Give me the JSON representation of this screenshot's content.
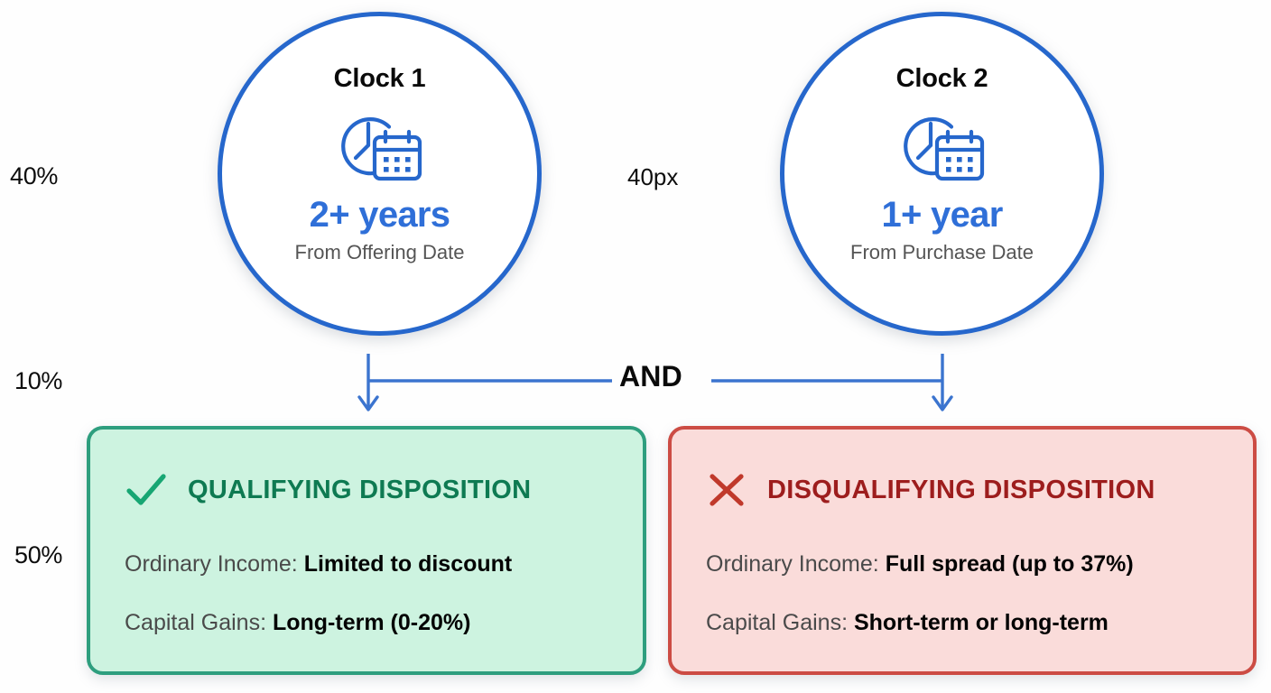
{
  "gutter": {
    "labels": [
      {
        "name": "row-40",
        "text": "40%"
      },
      {
        "name": "row-10",
        "text": "10%"
      },
      {
        "name": "row-50",
        "text": "50%"
      }
    ],
    "gap_label": "40px"
  },
  "colors": {
    "blue": "#2667cc",
    "blue_text": "#2f6fd8",
    "green_border": "#2e9e7e",
    "green_fill": "#cdf3e0",
    "green_title": "#0e7a52",
    "green_check": "#17a673",
    "red_border": "#cc4c44",
    "red_fill": "#fadcda",
    "red_title": "#9d1d1d",
    "red_cross": "#c0392b",
    "background": "#fefefe"
  },
  "clocks": [
    {
      "title": "Clock 1",
      "icon": "clock-calendar-icon",
      "duration": "2+ years",
      "subtitle": "From Offering Date"
    },
    {
      "title": "Clock 2",
      "icon": "clock-calendar-icon",
      "duration": "1+ year",
      "subtitle": "From Purchase Date"
    }
  ],
  "connector": {
    "operator": "AND"
  },
  "outcomes": [
    {
      "icon": "check-icon",
      "title": "QUALIFYING DISPOSITION",
      "rows": [
        {
          "label": "Ordinary Income: ",
          "value": "Limited to discount"
        },
        {
          "label": "Capital Gains: ",
          "value": "Long-term (0-20%)"
        }
      ]
    },
    {
      "icon": "cross-icon",
      "title": "DISQUALIFYING DISPOSITION",
      "rows": [
        {
          "label": "Ordinary Income: ",
          "value": "Full spread (up to 37%)"
        },
        {
          "label": "Capital Gains: ",
          "value": "Short-term or long-term"
        }
      ]
    }
  ]
}
